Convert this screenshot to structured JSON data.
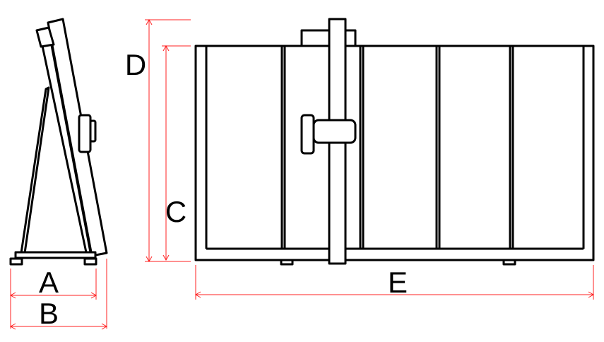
{
  "labels": {
    "a": "A",
    "b": "B",
    "c": "C",
    "d": "D",
    "e": "E"
  },
  "colors": {
    "outline": "#000000",
    "dimension": "#ff2020"
  }
}
